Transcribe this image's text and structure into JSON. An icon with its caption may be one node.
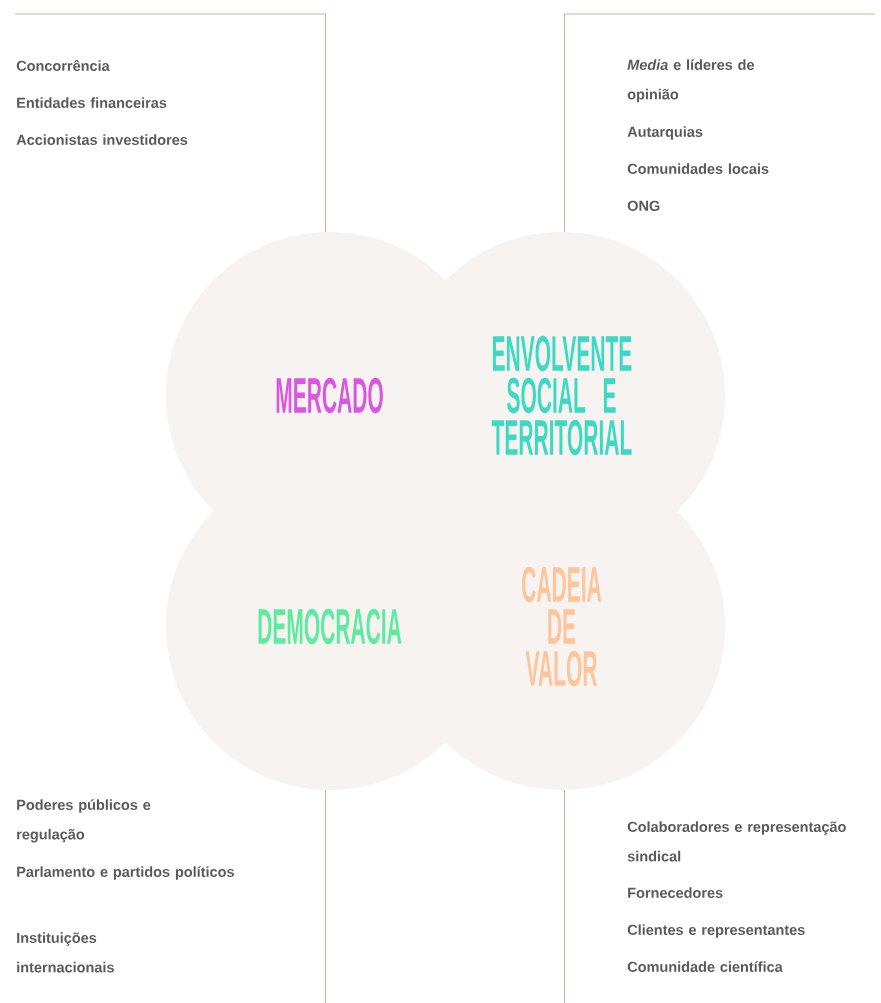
{
  "diagram": {
    "nodes": [
      {
        "text": [
          "MERCADO"
        ]
      },
      {
        "text": [
          "ENVOLVENTE SOCIAL E TERRITORIAL"
        ]
      },
      {
        "text": [
          "DEMOCRACIA"
        ]
      },
      {
        "text": [
          "CADEIA DE VALOR"
        ]
      }
    ],
    "labels": [
      "Concorrência",
      "Entidades financeiras",
      "Accionistas investidores",
      "*Media* e líderes de opinião",
      "Autarquias",
      "Comunidades locais",
      "ONG",
      "Poderes públicos e regulação",
      "Parlamento e partidos políticos",
      "Instituições internacionais",
      "Colaboradores e representação sindical",
      "Fornecedores",
      "Clientes e representantes",
      "Comunidade científica"
    ]
  }
}
